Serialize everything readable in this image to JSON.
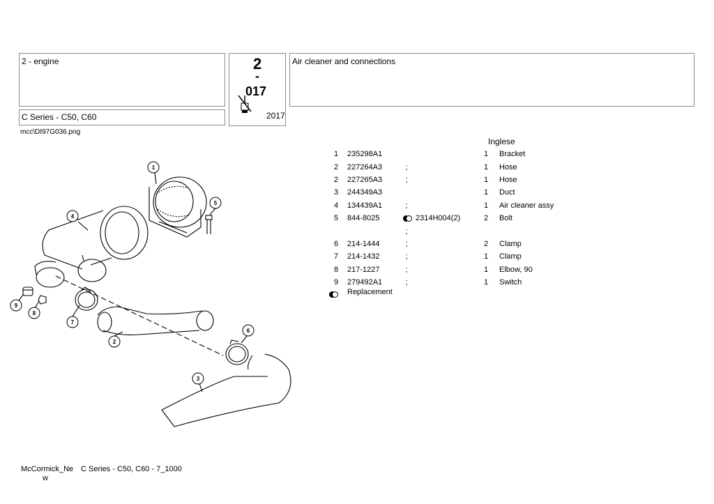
{
  "header": {
    "section": "2 - engine",
    "series": "C Series - C50, C60",
    "page_number_main": "2",
    "page_number_dash": "-",
    "page_number_cut": "017",
    "year": "2017",
    "title": "Air cleaner and connections"
  },
  "image_filename": "mcc\\DI97G036.png",
  "table": {
    "language_header": "Inglese",
    "rows": [
      {
        "no": "1",
        "part": "235298A1",
        "sym": "",
        "alt": "",
        "semi": "",
        "qty": "1",
        "desc": "Bracket"
      },
      {
        "no": "2",
        "part": "227264A3",
        "sym": "",
        "alt": "",
        "semi": ";",
        "qty": "1",
        "desc": "Hose"
      },
      {
        "no": "2",
        "part": "227265A3",
        "sym": "",
        "alt": "",
        "semi": ";",
        "qty": "1",
        "desc": "Hose"
      },
      {
        "no": "3",
        "part": "244349A3",
        "sym": "",
        "alt": "",
        "semi": "",
        "qty": "1",
        "desc": "Duct"
      },
      {
        "no": "4",
        "part": "134439A1",
        "sym": "",
        "alt": "",
        "semi": ";",
        "qty": "1",
        "desc": "Air cleaner assy"
      },
      {
        "no": "5",
        "part": "844-8025",
        "sym": "replacement",
        "alt": "2314H004(2)",
        "semi": "",
        "qty": "2",
        "desc": "Bolt"
      },
      {
        "no": "",
        "part": "",
        "sym": "",
        "alt": "",
        "semi": ";",
        "qty": "",
        "desc": ""
      },
      {
        "no": "6",
        "part": "214-1444",
        "sym": "",
        "alt": "",
        "semi": ";",
        "qty": "2",
        "desc": "Clamp"
      },
      {
        "no": "7",
        "part": "214-1432",
        "sym": "",
        "alt": "",
        "semi": ";",
        "qty": "1",
        "desc": "Clamp"
      },
      {
        "no": "8",
        "part": "217-1227",
        "sym": "",
        "alt": "",
        "semi": ";",
        "qty": "1",
        "desc": "Elbow, 90"
      },
      {
        "no": "9",
        "part": "279492A1",
        "sym": "",
        "alt": "",
        "semi": ";",
        "qty": "1",
        "desc": "Switch"
      }
    ],
    "legend_label": "Replacement"
  },
  "diagram": {
    "callouts": [
      "1",
      "2",
      "3",
      "4",
      "5",
      "6",
      "7",
      "8",
      "9"
    ]
  },
  "footer": {
    "brand_line1": "McCormick_Ne",
    "brand_line2": "w",
    "doc_ref": "C Series - C50, C60 - 7_1000"
  }
}
